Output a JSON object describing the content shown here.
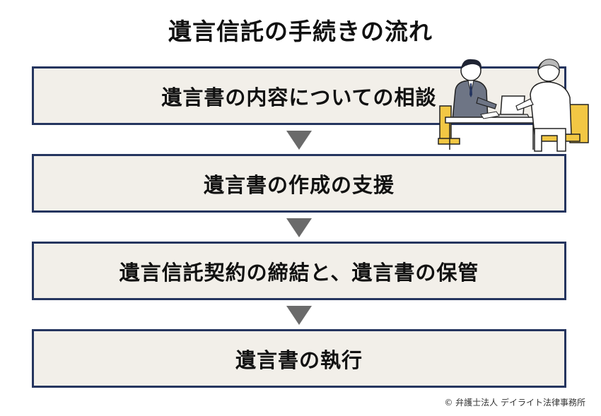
{
  "title": "遺言信託の手続きの流れ",
  "steps": [
    {
      "label": "遺言書の内容についての相談"
    },
    {
      "label": "遺言書の作成の支援"
    },
    {
      "label": "遺言信託契約の締結と、遺言書の保管"
    },
    {
      "label": "遺言書の執行"
    }
  ],
  "illustration": {
    "icon": "consultation-people-icon"
  },
  "copyright": "© 弁護士法人 デイライト法律事務所",
  "colors": {
    "border": "#25355f",
    "box_fill": "#f2efe9",
    "arrow": "#6a6a6a",
    "chair": "#f2c744"
  }
}
